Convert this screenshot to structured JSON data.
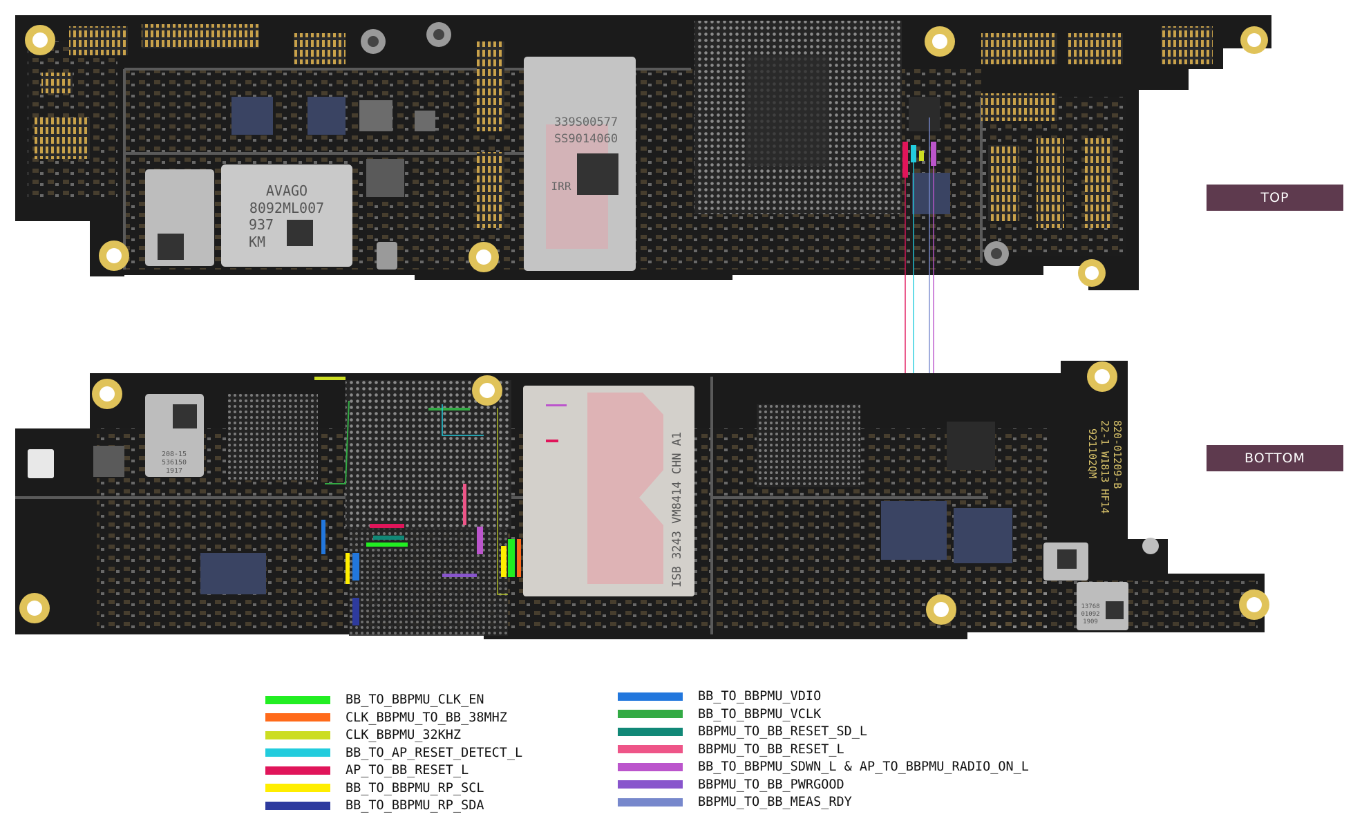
{
  "board_labels": {
    "top": "TOP",
    "bottom": "BOTTOM"
  },
  "chip_markings": {
    "pa_line1": "AVAGO",
    "pa_line2": "8092ML007",
    "pa_line3": "937",
    "pa_line4": "KM",
    "cpu_line1": "339S00577",
    "cpu_line2": "SS9014060",
    "cpu_line3": "IRR",
    "modem": "ISB 3243 VM8414 CHN A1",
    "board_id_1": "820-01209-B",
    "board_id_2": "22-1 W1813 HF14",
    "board_id_3": "921102QM",
    "module_1": "208-15",
    "module_2": "536150",
    "module_3": "1917",
    "module_4": "13768",
    "module_5": "01092",
    "module_6": "1909"
  },
  "legend": {
    "left": [
      {
        "label": "BB_TO_BBPMU_CLK_EN",
        "color": "#22ee22"
      },
      {
        "label": "CLK_BBPMU_TO_BB_38MHZ",
        "color": "#ff6a1a"
      },
      {
        "label": "CLK_BBPMU_32KHZ",
        "color": "#ccdd22"
      },
      {
        "label": "BB_TO_AP_RESET_DETECT_L",
        "color": "#22ccdd"
      },
      {
        "label": "AP_TO_BB_RESET_L",
        "color": "#e0155a"
      },
      {
        "label": "BB_TO_BBPMU_RP_SCL",
        "color": "#ffee00"
      },
      {
        "label": "BB_TO_BBPMU_RP_SDA",
        "color": "#2e3b9e"
      }
    ],
    "right": [
      {
        "label": "BB_TO_BBPMU_VDIO",
        "color": "#2277dd"
      },
      {
        "label": "BB_TO_BBPMU_VCLK",
        "color": "#33aa44"
      },
      {
        "label": "BBPMU_TO_BB_RESET_SD_L",
        "color": "#118877"
      },
      {
        "label": "BBPMU_TO_BB_RESET_L",
        "color": "#ee5588"
      },
      {
        "label": "BB_TO_BBPMU_SDWN_L & AP_TO_BBPMU_RADIO_ON_L",
        "color": "#bb55cc"
      },
      {
        "label": "BBPMU_TO_BB_PWRGOOD",
        "color": "#8855cc"
      },
      {
        "label": "BBPMU_TO_BB_MEAS_RDY",
        "color": "#7788cc"
      }
    ]
  },
  "colors": {
    "pcb": "#1c1c1c",
    "mounting_hole": "#e0c35a",
    "label_bg": "#5e3a4e"
  }
}
